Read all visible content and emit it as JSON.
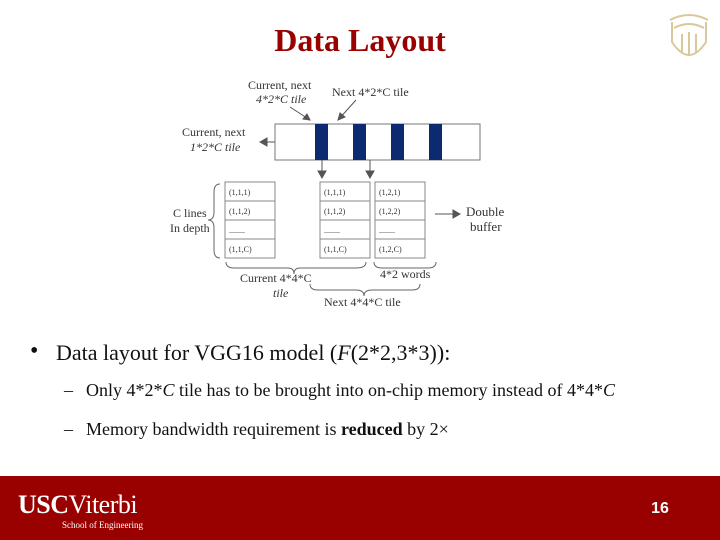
{
  "slide": {
    "title": "Data Layout",
    "page_number": "16"
  },
  "diagram": {
    "label_current_next_l1": "Current, next",
    "label_current_next_l2": "4*2*C tile",
    "label_next_tile": "Next 4*2*C tile",
    "label_current_next2_l1": "Current, next",
    "label_current_next2_l2": "1*2*C tile",
    "label_c_lines_l1": "C lines",
    "label_c_lines_l2": "In depth",
    "label_double_l1": "Double",
    "label_double_l2": "buffer",
    "label_current_4x4_l1": "Current 4*4*C",
    "label_current_4x4_l2": "tile",
    "label_words": "4*2 words",
    "label_next_4x4": "Next 4*4*C tile",
    "grid": [
      [
        "(1,1,1)",
        "(1,1,1)",
        "(1,2,1)"
      ],
      [
        "(1,1,2)",
        "(1,1,2)",
        "(1,2,2)"
      ],
      [
        "........",
        "........",
        "........"
      ],
      [
        "(1,1,C)",
        "(1,1,C)",
        "(1,2,C)"
      ]
    ]
  },
  "bullets": {
    "main_prefix": "Data layout for VGG16 model (",
    "main_f": "F",
    "main_suffix": "(2*2,3*3)):",
    "sub1_prefix": "Only 4*2*",
    "sub1_c1": "C",
    "sub1_mid": " tile has to be brought into on-chip memory instead of 4*4*",
    "sub1_c2": "C",
    "sub2_prefix": "Memory bandwidth requirement is ",
    "sub2_bold": "reduced",
    "sub2_suffix": " by 2×"
  },
  "footer": {
    "logo_usc": "USC",
    "logo_viterbi": "Viterbi",
    "logo_sub": "School of Engineering"
  },
  "colors": {
    "brand": "#990000",
    "block_fill": "#0b2a6f"
  }
}
